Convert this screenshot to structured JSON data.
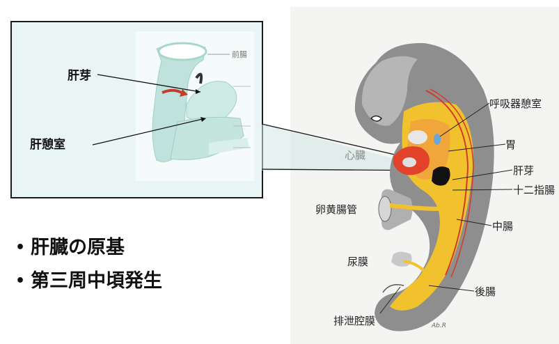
{
  "inset": {
    "label_liver_bud": "肝芽",
    "label_hepatic_diverticulum": "肝憩室",
    "label_foregut": "前腸"
  },
  "bullets": [
    "肝臓の原基",
    "第三周中頃発生"
  ],
  "embryo": {
    "labels": {
      "respiratory_diverticulum": "呼吸器憩室",
      "stomach": "胃",
      "heart": "心臓",
      "liver_bud": "肝芽",
      "duodenum": "十二指腸",
      "vitelline_duct": "卵黄腸管",
      "midgut": "中腸",
      "allantois": "尿膜",
      "hindgut": "後腸",
      "cloacal_membrane": "排泄腔膜"
    },
    "signature": "Ab.R"
  },
  "colors": {
    "inset_background": "#e9f5f4",
    "gut_yellow": "#f2c12e",
    "heart_red": "#e2412a",
    "embryo_gray": "#8e8e8e"
  }
}
